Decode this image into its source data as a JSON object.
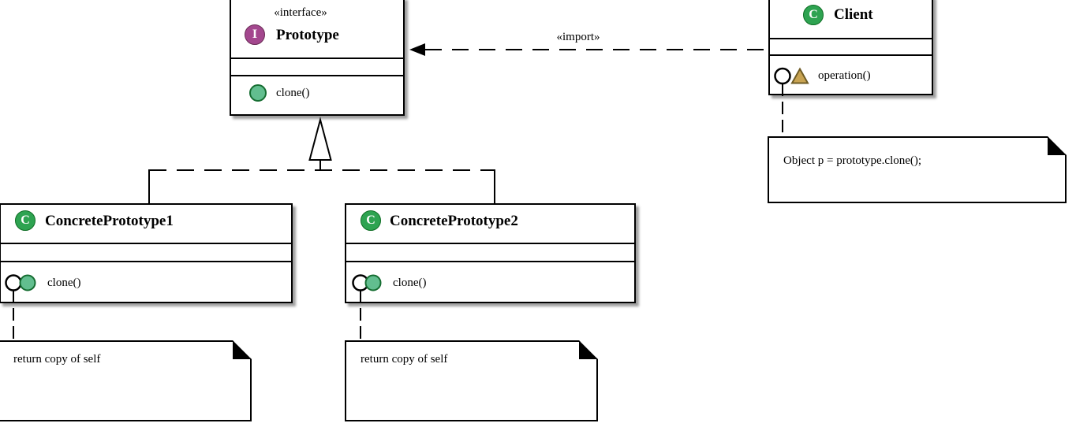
{
  "colors": {
    "background": "#ffffff",
    "line": "#000000",
    "interface_spot_fill": "#A3478E",
    "interface_spot_border": "#6A2B55",
    "class_spot_fill": "#2EA351",
    "class_spot_border": "#0E6E24",
    "public_method_fill": "#62BE8F",
    "public_method_border": "#156D31",
    "package_method_fill": "#C8A352",
    "package_method_border": "#6E5B25"
  },
  "classes": {
    "prototype": {
      "stereotype": "«interface»",
      "spot": "I",
      "name": "Prototype",
      "methods": [
        {
          "label": "clone()"
        }
      ]
    },
    "client": {
      "spot": "C",
      "name": "Client",
      "methods": [
        {
          "label": "operation()"
        }
      ]
    },
    "concrete1": {
      "spot": "C",
      "name": "ConcretePrototype1",
      "methods": [
        {
          "label": "clone()"
        }
      ]
    },
    "concrete2": {
      "spot": "C",
      "name": "ConcretePrototype2",
      "methods": [
        {
          "label": "clone()"
        }
      ]
    }
  },
  "relations": {
    "import_label": "«import»"
  },
  "notes": {
    "client_operation": "Object p = prototype.clone();",
    "concrete1_clone": "return copy of self",
    "concrete2_clone": "return copy of self"
  }
}
